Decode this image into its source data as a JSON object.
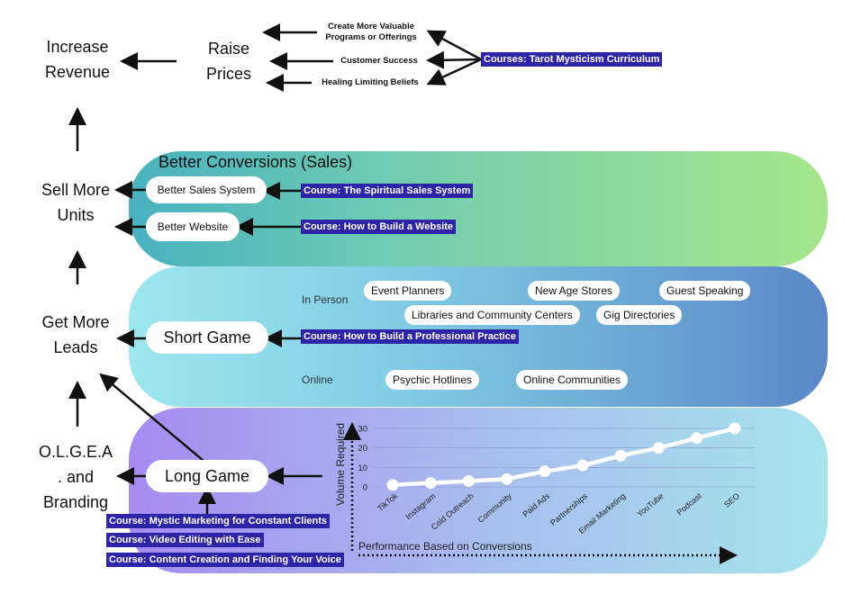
{
  "stages": {
    "increase_revenue": "Increase\nRevenue",
    "raise_prices": "Raise\nPrices",
    "sell_more_units": "Sell More\nUnits",
    "get_more_leads": "Get More\nLeads",
    "olgea": "O.L.G.E.A\n. and\nBranding"
  },
  "raise_prices": {
    "items": [
      "Create More Valuable\nPrograms or Offerings",
      "Customer Success",
      "Healing Limiting Beliefs"
    ],
    "course": "Courses: Tarot Mysticism Curriculum"
  },
  "conversions": {
    "title": "Better Conversions (Sales)",
    "sales_system": "Better Sales System",
    "website": "Better Website",
    "course_sales": "Course: The Spiritual Sales System",
    "course_website": "Course: How to Build a Website"
  },
  "short_game": {
    "label": "Short Game",
    "in_person_label": "In Person",
    "online_label": "Online",
    "in_person_items": [
      "Event Planners",
      "New Age Stores",
      "Guest Speaking",
      "Libraries and Community Centers",
      "Gig Directories"
    ],
    "online_items": [
      "Psychic Hotlines",
      "Online Communities"
    ],
    "course": "Course: How to Build a Professional Practice"
  },
  "long_game": {
    "label": "Long Game",
    "courses": [
      "Course: Mystic Marketing for Constant Clients",
      "Course:  Video Editing with Ease",
      "Course: Content Creation and Finding Your Voice"
    ]
  },
  "chart_data": {
    "type": "line",
    "categories": [
      "TikTok",
      "Instagram",
      "Cold Outreach",
      "Community",
      "Paid Ads",
      "Partnerships",
      "Email Marketing",
      "YouTube",
      "Podcast",
      "SEO"
    ],
    "values": [
      1,
      2,
      3,
      4,
      8,
      11,
      16,
      20,
      25,
      30
    ],
    "ylabel": "Volume Required",
    "xlabel": "Performance Based on Conversions",
    "yticks": [
      "0",
      "10",
      "20",
      "30"
    ],
    "ylim": [
      0,
      30
    ],
    "series_color": "#ffffff"
  }
}
